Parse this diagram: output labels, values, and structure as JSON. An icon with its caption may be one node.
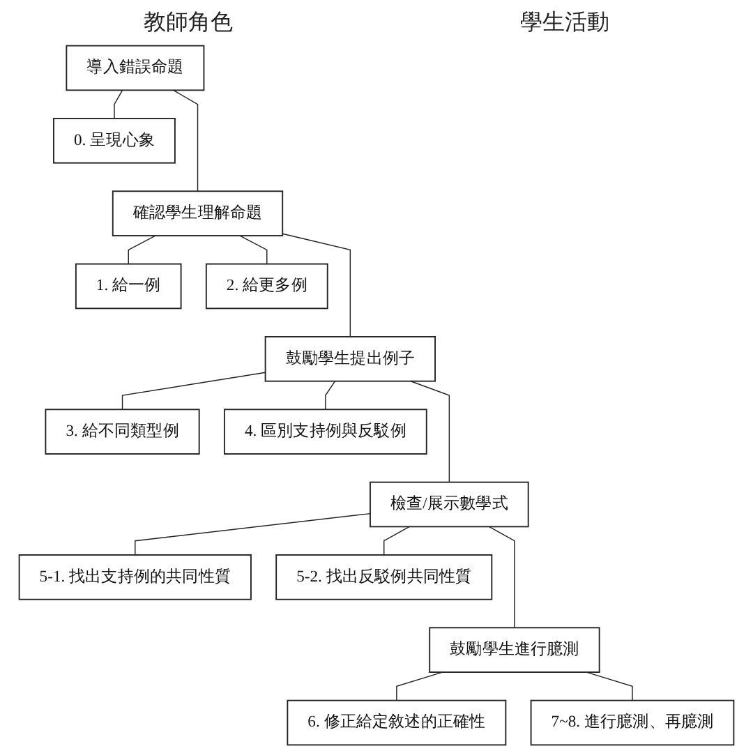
{
  "diagram": {
    "nodes": [
      {
        "text": [
          "導入錯誤命題"
        ]
      },
      {
        "text": [
          "確認學生理解命題"
        ]
      },
      {
        "text": [
          "鼓勵學生提出例子"
        ]
      },
      {
        "text": [
          "檢查/展示數學式"
        ]
      },
      {
        "text": [
          "鼓勵學生進行臆測"
        ]
      },
      {
        "text": [
          "0. 呈現心象"
        ]
      },
      {
        "text": [
          "1. 給一例"
        ]
      },
      {
        "text": [
          "2. 給更多例"
        ]
      },
      {
        "text": [
          "3. 給不同類型例"
        ]
      },
      {
        "text": [
          "4. 區別支持例與反駁例"
        ]
      },
      {
        "text": [
          "5-1. 找出支持例的共同性質"
        ]
      },
      {
        "text": [
          "5-2. 找出反駁例共同性質"
        ]
      },
      {
        "text": [
          "6. 修正給定敘述的正確性"
        ]
      },
      {
        "text": [
          "7~8. 進行臆測、再臆測"
        ]
      }
    ],
    "edges": [
      {
        "from": 0,
        "to": 1,
        "arrow": "none"
      },
      {
        "from": 1,
        "to": 2,
        "arrow": "none"
      },
      {
        "from": 2,
        "to": 3,
        "arrow": "none"
      },
      {
        "from": 3,
        "to": 4,
        "arrow": "none"
      },
      {
        "from": 0,
        "to": 5,
        "arrow": "none"
      },
      {
        "from": 1,
        "to": 6,
        "arrow": "none"
      },
      {
        "from": 1,
        "to": 7,
        "arrow": "none"
      },
      {
        "from": 2,
        "to": 8,
        "arrow": "none"
      },
      {
        "from": 2,
        "to": 9,
        "arrow": "none"
      },
      {
        "from": 3,
        "to": 10,
        "arrow": "none"
      },
      {
        "from": 3,
        "to": 11,
        "arrow": "none"
      },
      {
        "from": 4,
        "to": 12,
        "arrow": "none"
      },
      {
        "from": 4,
        "to": 13,
        "arrow": "none"
      }
    ],
    "labels": [
      "教師角色",
      "學生活動"
    ]
  }
}
